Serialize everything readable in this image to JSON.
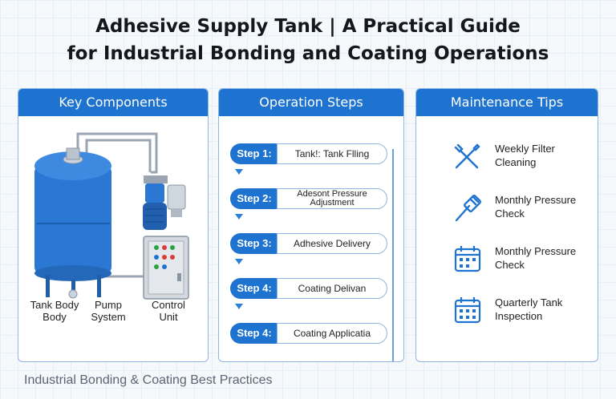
{
  "title": {
    "line1": "Adhesive Supply Tank | A Practical Guide",
    "line2": "for Industrial Bonding and Coating Operations"
  },
  "panels": {
    "components": {
      "heading": "Key Components",
      "labels": [
        {
          "line1": "Tank Body",
          "line2": "Body"
        },
        {
          "line1": "Pump",
          "line2": "System"
        },
        {
          "line1": "Control",
          "line2": "Unit"
        }
      ]
    },
    "steps": {
      "heading": "Operation Steps",
      "items": [
        {
          "badge": "Step 1:",
          "label": "Tank!: Tank Flling"
        },
        {
          "badge": "Step 2:",
          "label": "Adesont Pressure Adjustment"
        },
        {
          "badge": "Step 3:",
          "label": "Adhesive Delivery"
        },
        {
          "badge": "Step 4:",
          "label": "Coating Delivan"
        },
        {
          "badge": "Step 4:",
          "label": "Coating Applicatia"
        }
      ]
    },
    "maintenance": {
      "heading": "Maintenance Tips",
      "items": [
        {
          "icon": "wrench-screwdriver-icon",
          "text": "Weekly Filter Cleaning"
        },
        {
          "icon": "brush-icon",
          "text": "Monthly Pressure Check"
        },
        {
          "icon": "calendar-icon",
          "text": "Monthly Pressure Check"
        },
        {
          "icon": "calendar-icon",
          "text": "Quarterly Tank Inspection"
        }
      ]
    }
  },
  "footer": "Industrial Bonding & Coating Best Practices",
  "colors": {
    "accent": "#1f73d0",
    "border": "#8fb5e2",
    "tank": "#2a78d4"
  }
}
